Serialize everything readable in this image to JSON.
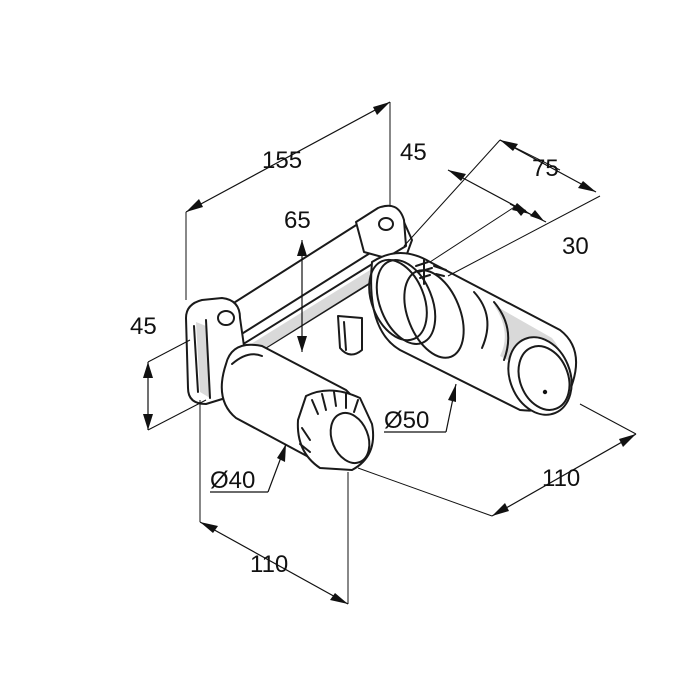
{
  "dimensions": {
    "total_width": "155",
    "depth_front": "45",
    "depth_rear": "75",
    "body_offset": "30",
    "height": "65",
    "bracket_height": "45",
    "outlet_diameter": "Ø40",
    "body_diameter": "Ø50",
    "body_length": "110",
    "outlet_length": "110"
  }
}
